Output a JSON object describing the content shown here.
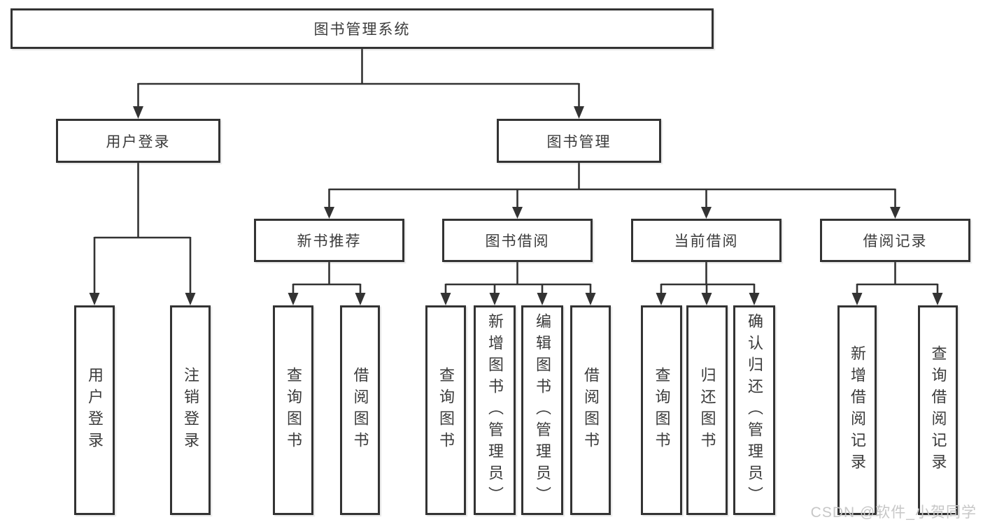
{
  "diagram": {
    "root": "图书管理系统",
    "level1": {
      "user_login": "用户登录",
      "book_management": "图书管理"
    },
    "level2": {
      "new_book_recommend": "新书推荐",
      "book_borrow": "图书借阅",
      "current_borrow": "当前借阅",
      "borrow_records": "借阅记录"
    },
    "leaves": {
      "user_login": [
        "用户登录",
        "注销登录"
      ],
      "new_book_recommend": [
        "查询图书",
        "借阅图书"
      ],
      "book_borrow": [
        "查询图书",
        "新增图书（管理员）",
        "编辑图书（管理员）",
        "借阅图书"
      ],
      "current_borrow": [
        "查询图书",
        "归还图书",
        "确认归还（管理员）"
      ],
      "borrow_records": [
        "新增借阅记录",
        "查询借阅记录"
      ]
    }
  },
  "watermark": "CSDN @软件_小贺同学",
  "colors": {
    "line": "#333333",
    "text": "#3b3b3b",
    "background": "#ffffff",
    "watermark": "#c7c7c7"
  }
}
